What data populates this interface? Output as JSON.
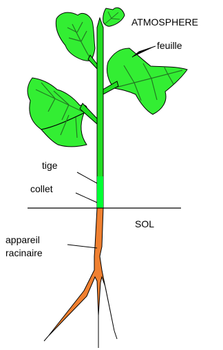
{
  "labels": {
    "atmosphere": "ATMOSPHERE",
    "feuille": "feuille",
    "tige": "tige",
    "collet": "collet",
    "sol": "SOL",
    "appareil": "appareil",
    "racinaire": "racinaire"
  },
  "colors": {
    "leaf_fill": "#33ee33",
    "stem_fill": "#22dd22",
    "collar_fill": "#00ff33",
    "root_fill": "#f08030",
    "vein": "#227722",
    "outline": "#000000"
  }
}
